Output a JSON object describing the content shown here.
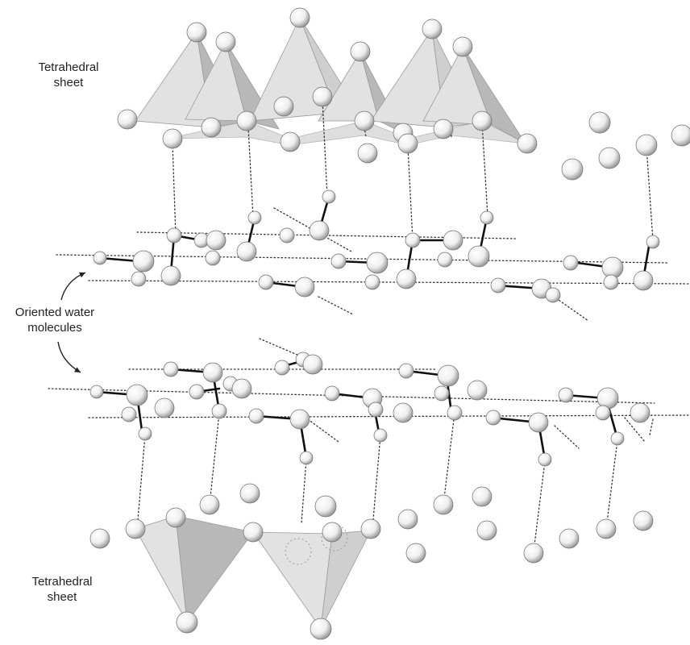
{
  "labels": {
    "top_sheet": [
      "Tetrahedral",
      "sheet"
    ],
    "water": [
      "Oriented water",
      "molecules"
    ],
    "bottom_sheet": [
      "Tetrahedral",
      "sheet"
    ]
  },
  "colors": {
    "background": "#ffffff",
    "sphere_light": "#ffffff",
    "sphere_dark": "#8a8a8a",
    "tetra_face_light": "#e2e2e2",
    "tetra_face_dark": "#b8b8b8",
    "bond": "#111111",
    "dotted_line": "#333333",
    "text": "#222222"
  }
}
